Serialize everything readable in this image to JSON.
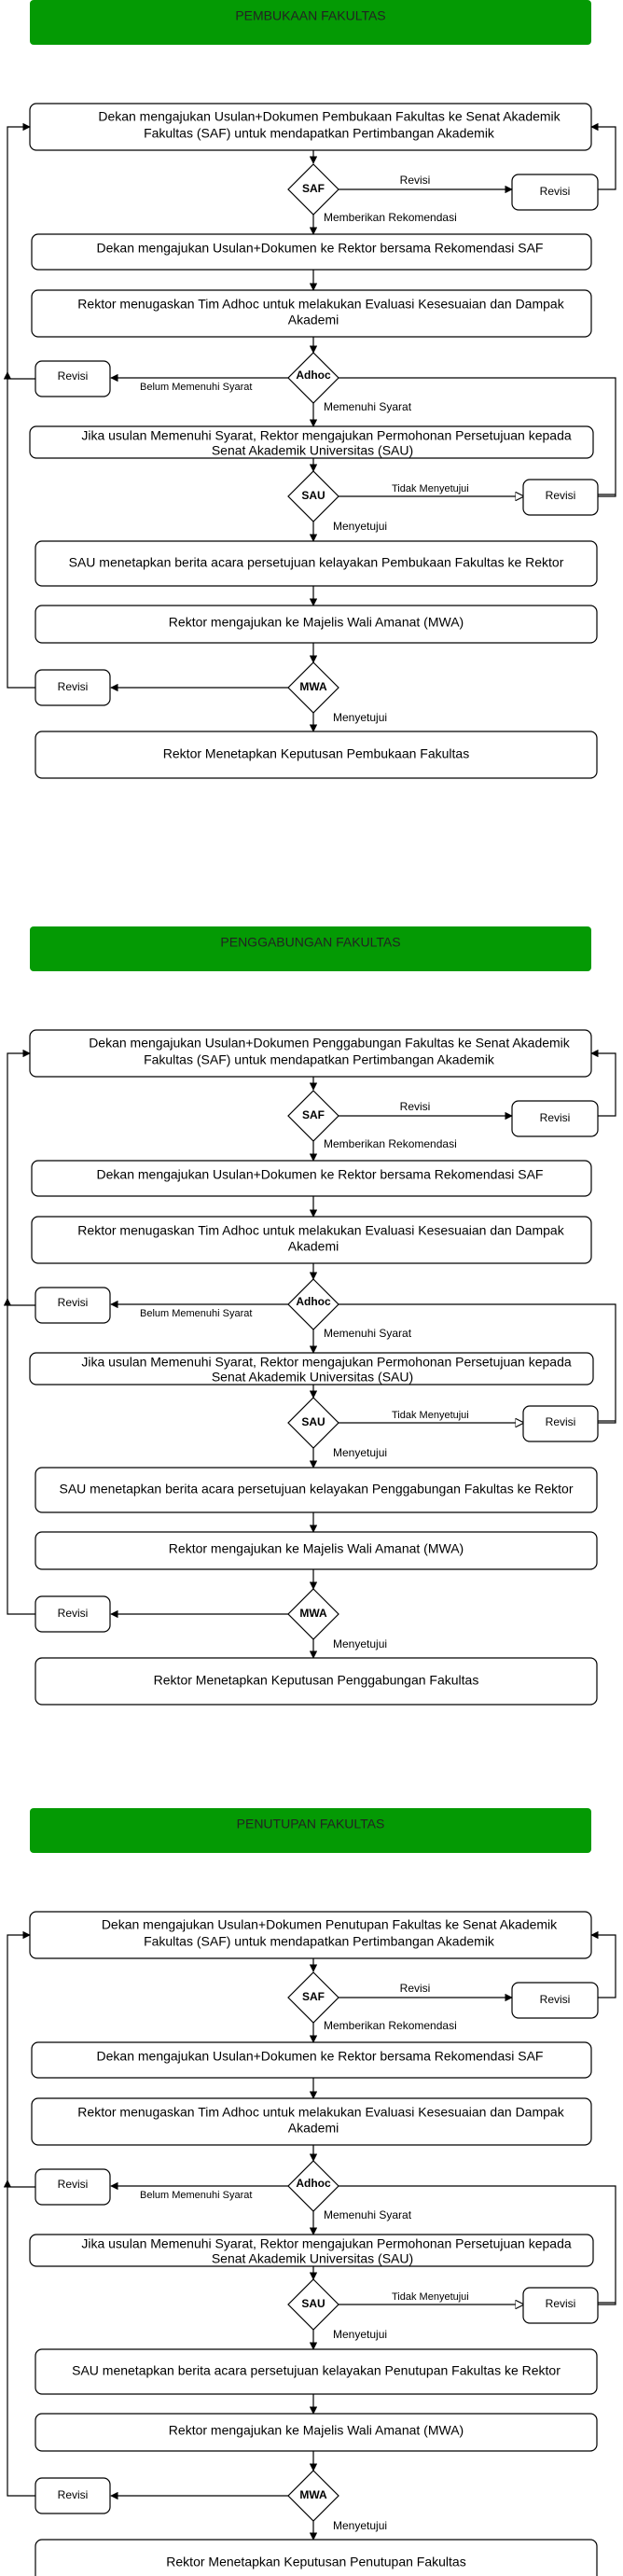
{
  "colors": {
    "header_fill": "#049A04",
    "line": "#000000",
    "box_fill": "#ffffff"
  },
  "sections": [
    {
      "header": "PEMBUKAAN FAKULTAS",
      "step1": [
        "Dekan mengajukan Usulan+Dokumen Pembukaan Fakultas ke Senat Akademik",
        "Fakultas (SAF) untuk mendapatkan Pertimbangan Akademik"
      ],
      "saf": "SAF",
      "saf_revisi_label": "Revisi",
      "revisi": "Revisi",
      "saf_yes": "Memberikan Rekomendasi",
      "step2": "Dekan mengajukan Usulan+Dokumen ke Rektor bersama Rekomendasi SAF",
      "step3": [
        "Rektor menugaskan Tim Adhoc untuk melakukan Evaluasi Kesesuaian dan Dampak",
        "Akademi"
      ],
      "adhoc": "Adhoc",
      "adhoc_no": "Belum Memenuhi Syarat",
      "adhoc_yes": "Memenuhi Syarat",
      "step4": [
        "Jika usulan Memenuhi Syarat, Rektor mengajukan Permohonan Persetujuan kepada",
        "Senat Akademik Universitas (SAU)"
      ],
      "sau": "SAU",
      "sau_no": "Tidak Menyetujui",
      "sau_yes": "Menyetujui",
      "step5": "SAU menetapkan berita acara persetujuan kelayakan Pembukaan Fakultas ke Rektor",
      "step6": "Rektor mengajukan ke Majelis Wali Amanat (MWA)",
      "mwa": "MWA",
      "mwa_yes": "Menyetujui",
      "step7": "Rektor Menetapkan Keputusan Pembukaan Fakultas"
    },
    {
      "header": "PENGGABUNGAN FAKULTAS",
      "step1": [
        "Dekan mengajukan Usulan+Dokumen Penggabungan Fakultas ke Senat Akademik",
        "Fakultas (SAF) untuk mendapatkan Pertimbangan Akademik"
      ],
      "saf": "SAF",
      "saf_revisi_label": "Revisi",
      "revisi": "Revisi",
      "saf_yes": "Memberikan Rekomendasi",
      "step2": "Dekan mengajukan Usulan+Dokumen ke Rektor bersama Rekomendasi SAF",
      "step3": [
        "Rektor menugaskan Tim Adhoc untuk melakukan Evaluasi Kesesuaian dan Dampak",
        "Akademi"
      ],
      "adhoc": "Adhoc",
      "adhoc_no": "Belum Memenuhi Syarat",
      "adhoc_yes": "Memenuhi Syarat",
      "step4": [
        "Jika usulan Memenuhi Syarat, Rektor mengajukan Permohonan Persetujuan kepada",
        "Senat Akademik Universitas (SAU)"
      ],
      "sau": "SAU",
      "sau_no": "Tidak Menyetujui",
      "sau_yes": "Menyetujui",
      "step5": "SAU menetapkan berita acara persetujuan kelayakan Penggabungan Fakultas ke Rektor",
      "step6": "Rektor mengajukan ke Majelis Wali Amanat (MWA)",
      "mwa": "MWA",
      "mwa_yes": "Menyetujui",
      "step7": "Rektor Menetapkan Keputusan Penggabungan Fakultas"
    },
    {
      "header": "PENUTUPAN FAKULTAS",
      "step1": [
        "Dekan mengajukan Usulan+Dokumen Penutupan Fakultas ke Senat Akademik",
        "Fakultas (SAF) untuk mendapatkan Pertimbangan Akademik"
      ],
      "saf": "SAF",
      "saf_revisi_label": "Revisi",
      "revisi": "Revisi",
      "saf_yes": "Memberikan Rekomendasi",
      "step2": "Dekan mengajukan Usulan+Dokumen ke Rektor bersama Rekomendasi SAF",
      "step3": [
        "Rektor menugaskan Tim Adhoc untuk melakukan Evaluasi Kesesuaian dan Dampak",
        "Akademi"
      ],
      "adhoc": "Adhoc",
      "adhoc_no": "Belum Memenuhi Syarat",
      "adhoc_yes": "Memenuhi Syarat",
      "step4": [
        "Jika usulan Memenuhi Syarat, Rektor mengajukan Permohonan Persetujuan kepada",
        "Senat Akademik Universitas (SAU)"
      ],
      "sau": "SAU",
      "sau_no": "Tidak Menyetujui",
      "sau_yes": "Menyetujui",
      "step5": "SAU menetapkan berita acara persetujuan kelayakan Penutupan Fakultas ke Rektor",
      "step6": "Rektor mengajukan ke Majelis Wali Amanat (MWA)",
      "mwa": "MWA",
      "mwa_yes": "Menyetujui",
      "step7": "Rektor Menetapkan Keputusan Penutupan Fakultas"
    }
  ]
}
